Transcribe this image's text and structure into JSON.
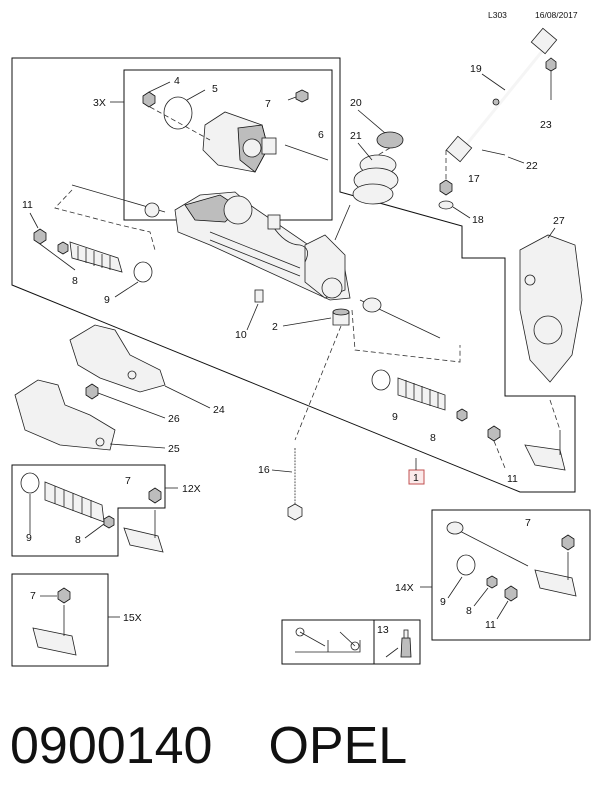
{
  "header": {
    "code": "L303",
    "date": "16/08/2017"
  },
  "callouts": {
    "c1": "1",
    "c2": "2",
    "c3": "3X",
    "c4": "4",
    "c5": "5",
    "c6": "6",
    "c7": "7",
    "c8": "8",
    "c9": "9",
    "c10": "10",
    "c11": "11",
    "c12": "12X",
    "c13": "13",
    "c14": "14X",
    "c15": "15X",
    "c16": "16",
    "c17": "17",
    "c18": "18",
    "c19": "19",
    "c20": "20",
    "c21": "21",
    "c22": "22",
    "c23": "23",
    "c24": "24",
    "c25": "25",
    "c26": "26",
    "c27": "27"
  },
  "footer": {
    "part_code": "0900140",
    "brand": "OPEL"
  }
}
